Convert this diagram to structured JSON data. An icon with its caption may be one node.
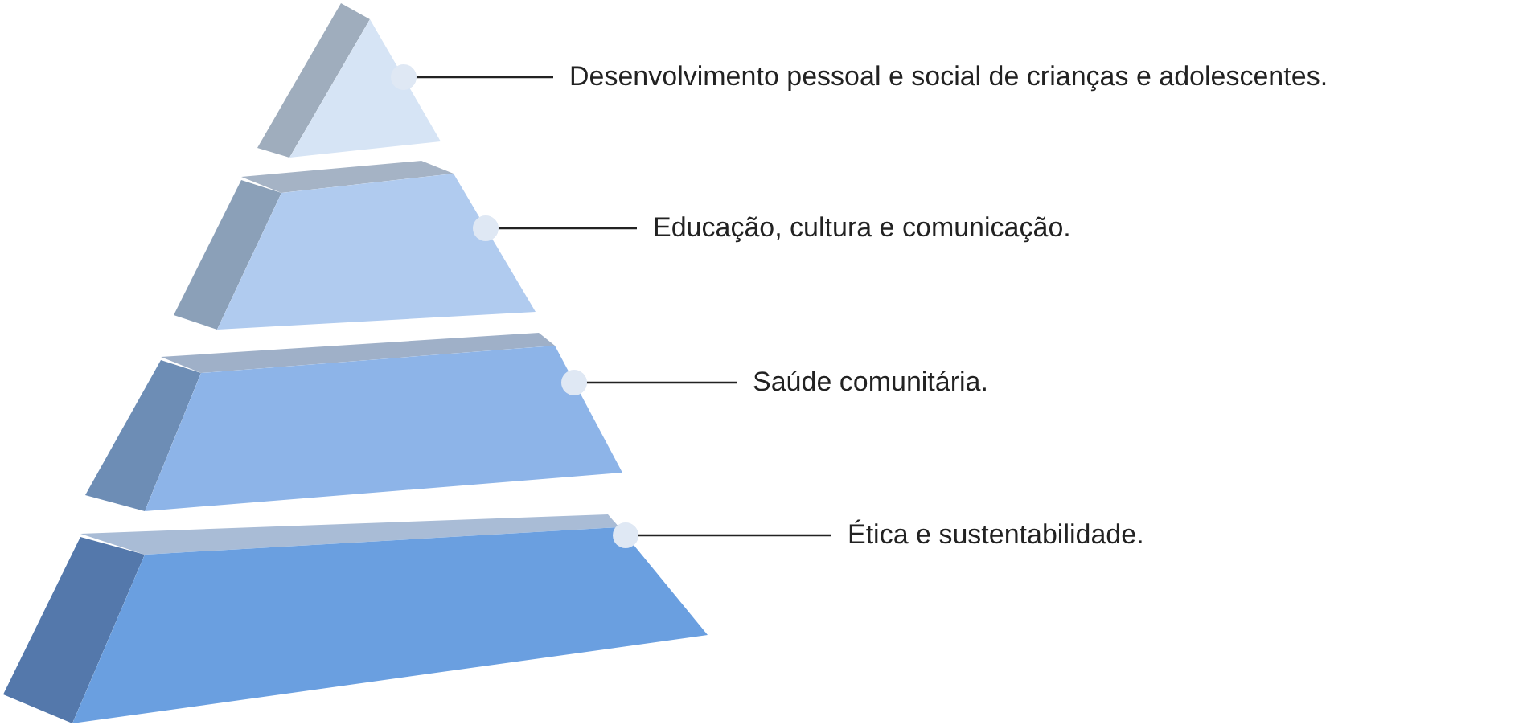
{
  "diagram": {
    "nodes": [
      {
        "text": [],
        "shape": "triangle"
      },
      {
        "text": [],
        "shape": "trapezoid"
      },
      {
        "text": [],
        "shape": "trapezoid"
      },
      {
        "text": [],
        "shape": "trapezoid"
      },
      {
        "text": [
          "Desenvolvimento pessoal e social de crianças e adolescentes."
        ]
      },
      {
        "text": [
          "Educação, cultura e comunicação."
        ]
      },
      {
        "text": [
          "Saúde comunitária."
        ]
      },
      {
        "text": [
          "Ética e sustentabilidade."
        ]
      }
    ],
    "edges": [
      {
        "from": 4,
        "to": 0,
        "arrow": "other"
      },
      {
        "from": 5,
        "to": 1,
        "arrow": "other"
      },
      {
        "from": 6,
        "to": 2,
        "arrow": "other"
      },
      {
        "from": 7,
        "to": 3,
        "arrow": "other"
      }
    ]
  }
}
